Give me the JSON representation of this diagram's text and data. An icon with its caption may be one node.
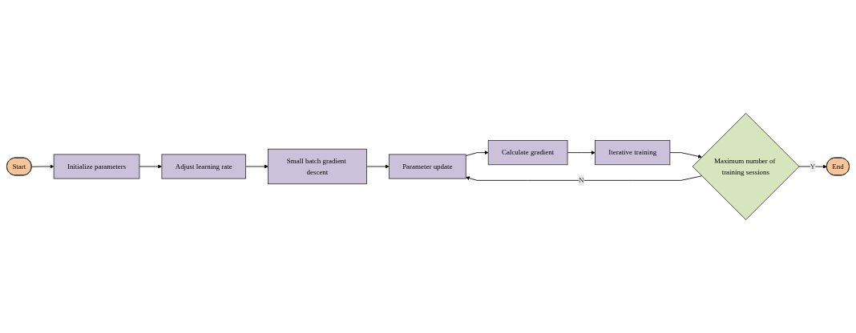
{
  "diagram": {
    "nodes": [
      {
        "text": [
          "Start"
        ]
      },
      {
        "text": [
          "Initialize parameters"
        ]
      },
      {
        "text": [
          "Adjust learning rate"
        ]
      },
      {
        "text": [
          "Small batch gradient descent"
        ]
      },
      {
        "text": [
          "Parameter update"
        ]
      },
      {
        "text": [
          "Calculate gradient"
        ]
      },
      {
        "text": [
          "Iterative training"
        ]
      },
      {
        "text": [
          "Maximum number of training sessions"
        ]
      },
      {
        "text": [
          "End"
        ]
      }
    ],
    "edges": [
      {
        "from": 0,
        "to": 1,
        "arrow": "to"
      },
      {
        "from": 1,
        "to": 2,
        "arrow": "to"
      },
      {
        "from": 2,
        "to": 3,
        "arrow": "to"
      },
      {
        "from": 3,
        "to": 4,
        "arrow": "to"
      },
      {
        "from": 4,
        "to": 5,
        "arrow": "to"
      },
      {
        "from": 5,
        "to": 6,
        "arrow": "to"
      },
      {
        "from": 6,
        "to": 7,
        "arrow": "to"
      },
      {
        "from": 7,
        "to": 4,
        "arrow": "to",
        "label": "N"
      },
      {
        "from": 7,
        "to": 8,
        "arrow": "to",
        "label": "Y"
      }
    ]
  }
}
